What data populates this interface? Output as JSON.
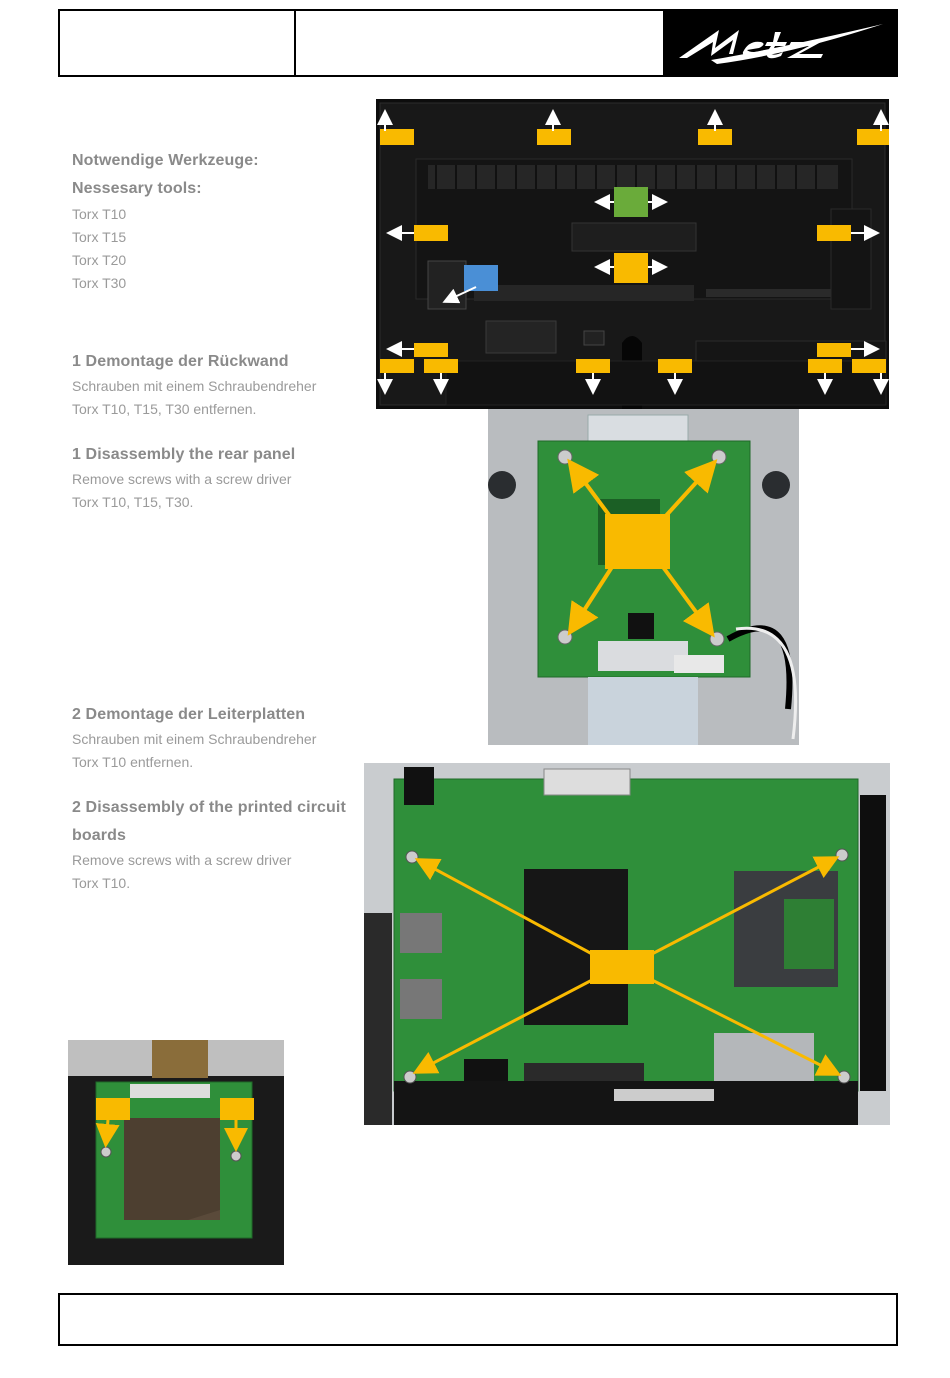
{
  "header": {
    "cell1_text": "",
    "cell2_text": "",
    "brand": "Metz"
  },
  "tools": {
    "heading_de": "Notwendige Werkzeuge:",
    "heading_en": "Nessesary tools:",
    "items": [
      "Torx T10",
      "Torx T15",
      "Torx T20",
      "Torx T30"
    ]
  },
  "step1": {
    "heading_de": "1 Demontage der Rückwand",
    "body_de": [
      "Schrauben mit einem Schraubendreher",
      "Torx T10, T15, T30 entfernen."
    ],
    "heading_en": "1 Disassembly the rear panel",
    "body_en": [
      "Remove screws with a screw driver",
      "Torx T10, T15, T30."
    ]
  },
  "step2": {
    "heading_de": "2 Demontage der Leiterplatten",
    "body_de": [
      "Schrauben mit einem Schraubendreher",
      "Torx T10 entfernen."
    ],
    "heading_en": [
      "2 Disassembly of the printed circuit",
      "boards"
    ],
    "body_en": [
      "Remove screws with a screw driver",
      "Torx T10."
    ]
  },
  "colors": {
    "marker": "#f9ba00",
    "marker_green": "#6aab3a",
    "marker_blue": "#4a8fd6",
    "pcb": "#2f8f3a",
    "text_grey": "#9a9a9a"
  },
  "photos": {
    "rear_panel": "tv-rear-panel-photo",
    "tcon_board": "tcon-board-photo",
    "main_board": "main-board-photo",
    "small_board": "wifi-module-photo"
  }
}
